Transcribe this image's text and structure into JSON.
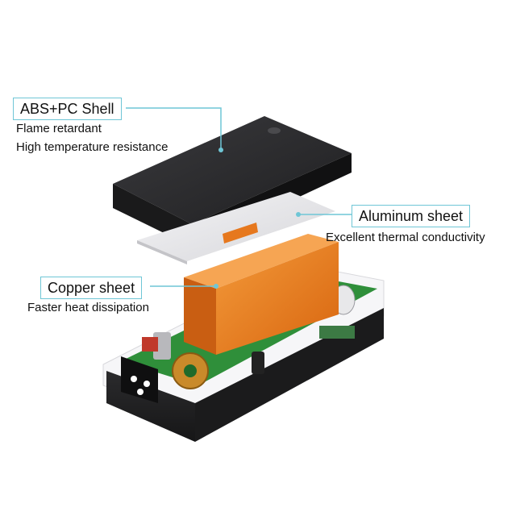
{
  "callouts": {
    "shell": {
      "title": "ABS+PC Shell",
      "lines": [
        "Flame retardant",
        "High temperature resistance"
      ]
    },
    "aluminum": {
      "title": "Aluminum sheet",
      "lines": [
        "Excellent thermal conductivity"
      ]
    },
    "copper": {
      "title": "Copper sheet",
      "lines": [
        "Faster heat dissipation"
      ]
    }
  },
  "colors": {
    "callout_line": "#6fc6d6",
    "shell": "#2a2a2c",
    "copper": "#e6781e",
    "aluminum": "#e8e8ea",
    "pcb": "#2f8f3a"
  }
}
